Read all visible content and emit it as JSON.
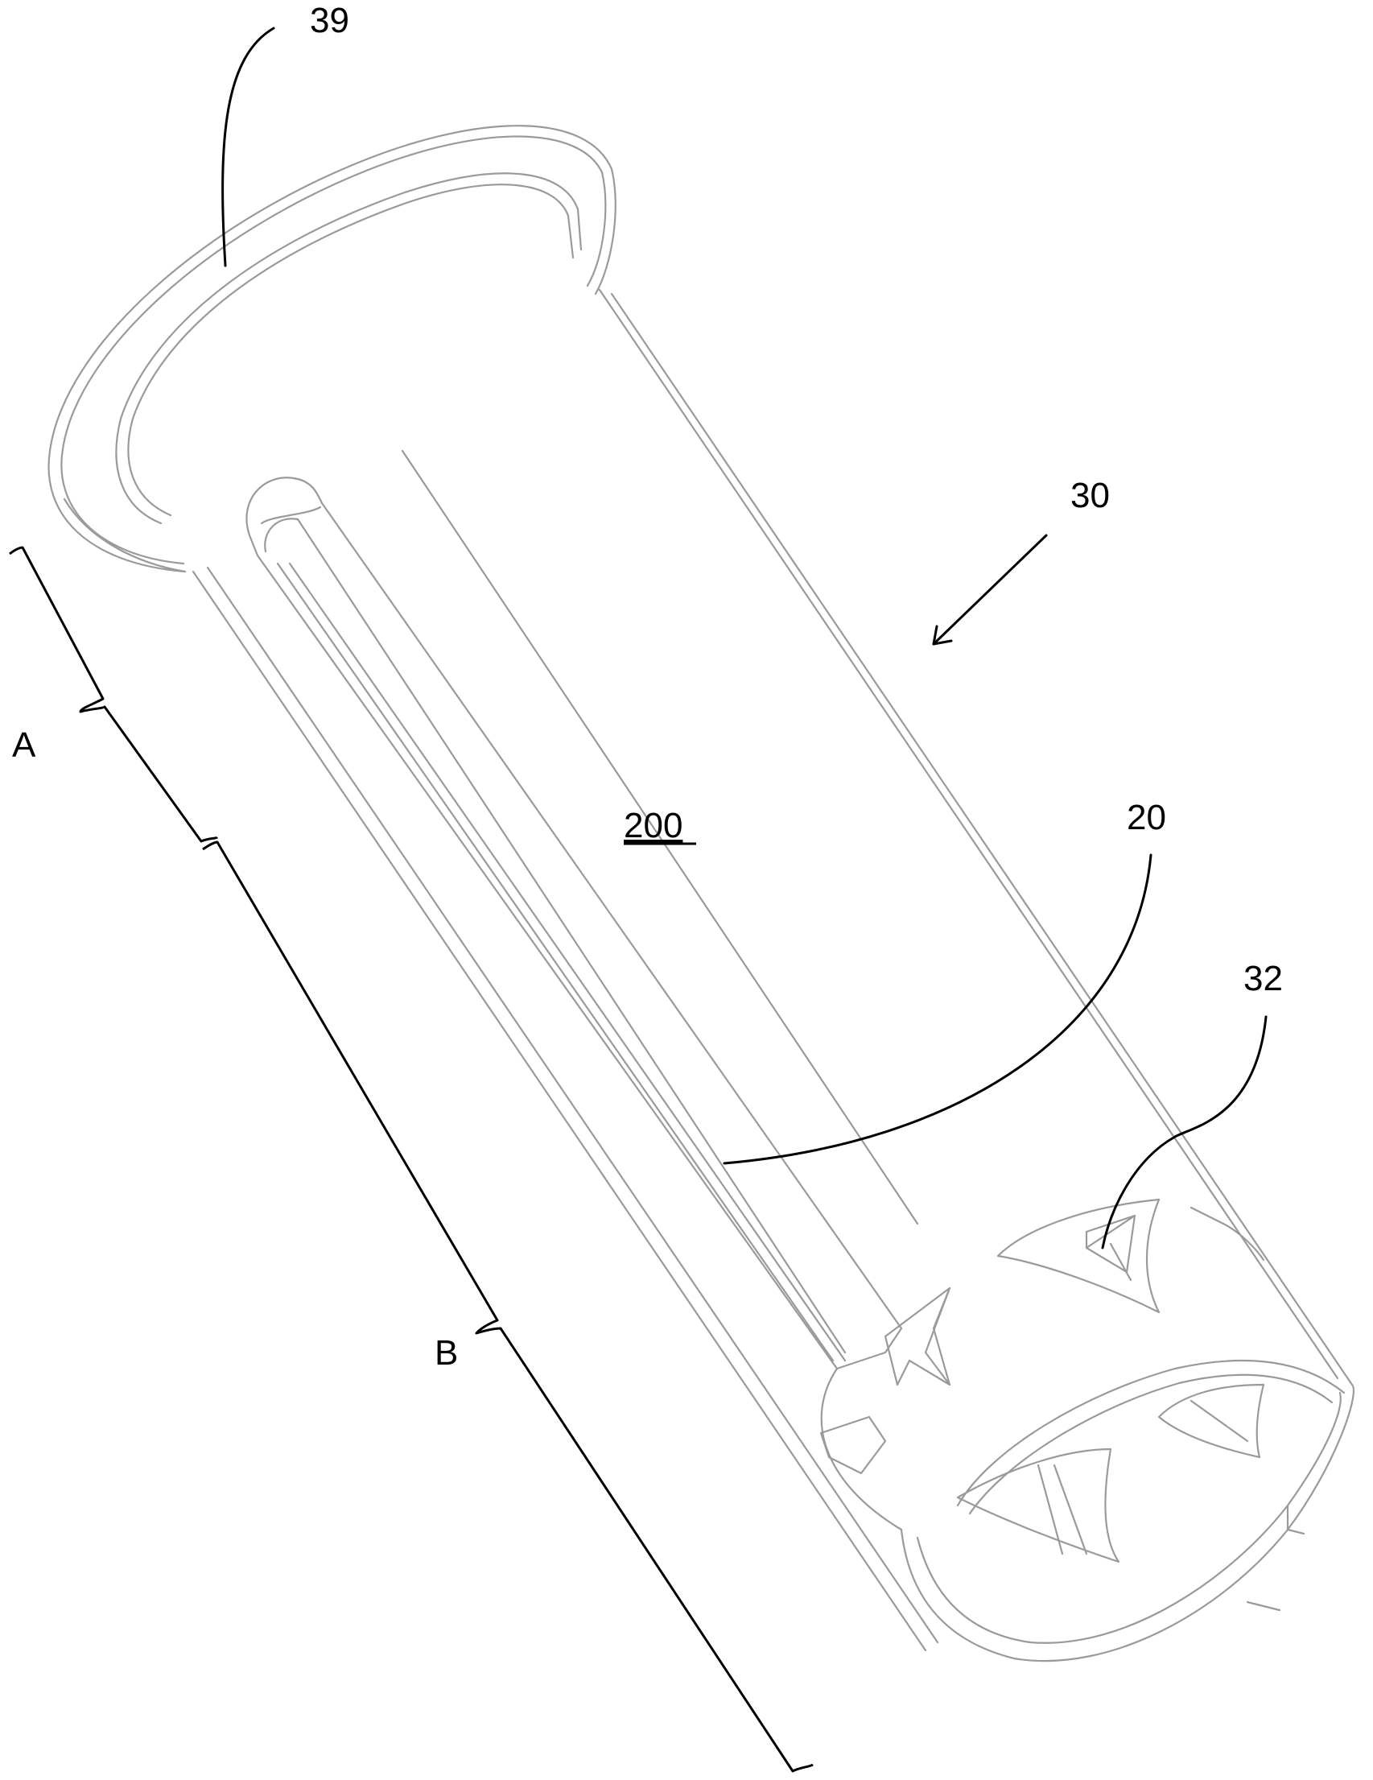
{
  "figure": {
    "labels": {
      "ref_39": "39",
      "ref_30": "30",
      "ref_200": "200",
      "ref_20": "20",
      "ref_32": "32",
      "section_a": "A",
      "section_b": "B"
    },
    "colors": {
      "line": "#000000",
      "outline": "#9a9a9a",
      "background": "#ffffff"
    }
  }
}
